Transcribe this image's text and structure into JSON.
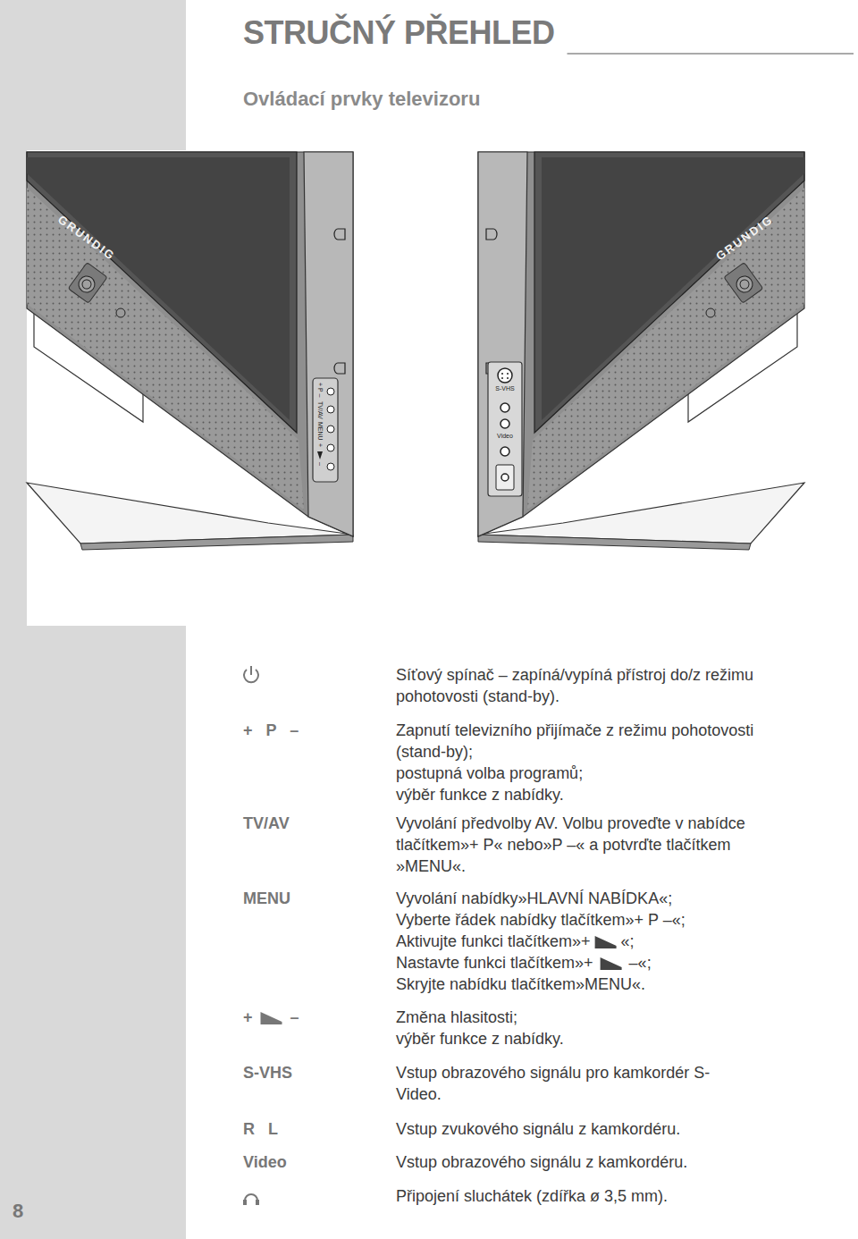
{
  "diagram": {
    "title": "STRUČNÝ PŘEHLED",
    "labels": [
      "Ovládací prvky televizoru",
      "GRUNDIG",
      "GRUNDIG",
      "+ P –",
      "TV/AV",
      "MENU",
      "+",
      "–",
      "S-VHS",
      "Video",
      "Síťový spínač – zapíná/vypíná přístroj do/z režimu pohotovosti (stand-by).",
      "+ P –",
      "Zapnutí televizního přijímače z režimu pohotovosti (stand-by);",
      "postupná volba programů;",
      "výběr funkce z nabídky.",
      "TV/AV",
      "Vyvolání předvolby AV. Volbu proveďte v nabídce tlačítkem»+ P« nebo»P –« a potvrďte tlačítkem »MENU«.",
      "MENU",
      "Vyvolání nabídky»HLAVNÍ NABÍDKA«;",
      "Vyberte řádek nabídky tlačítkem»+ P –«;",
      "Aktivujte funkci tlačítkem»+",
      "«;",
      "Nastavte funkci tlačítkem»+",
      "–«;",
      "Skryjte nabídku tlačítkem»MENU«.",
      "+",
      "–",
      "Změna hlasitosti;",
      "výběr funkce z nabídky.",
      "S-VHS",
      "Vstup obrazového signálu pro kamkordér S-Video.",
      "R L",
      "Vstup zvukového signálu z kamkordéru.",
      "Video",
      "Vstup obrazového signálu z kamkordéru.",
      "Připojení sluchátek (zdířka ø 3,5 mm).",
      "8"
    ]
  }
}
